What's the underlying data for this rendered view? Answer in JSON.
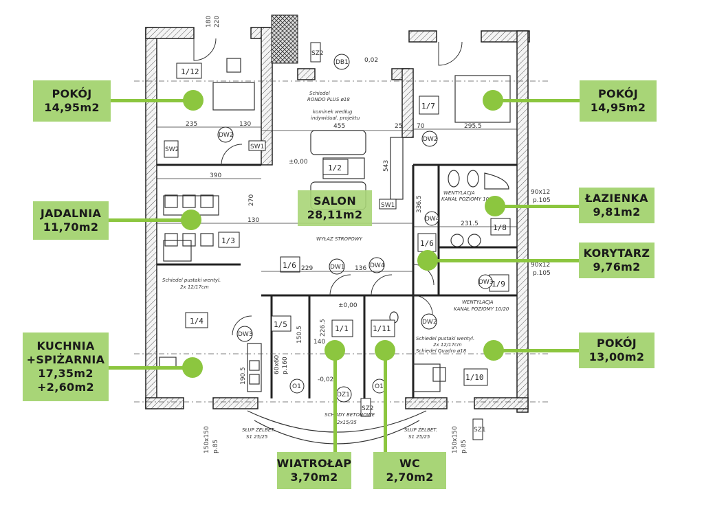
{
  "colors": {
    "label_bg": "#a8d577",
    "leader": "#8cc63f",
    "wall": "#333333",
    "text": "#1a1a1a"
  },
  "rooms": [
    {
      "id": "pokoj-1-12",
      "name": "POKÓJ",
      "area": "14,95m2",
      "plan_no": "1/12"
    },
    {
      "id": "pokoj-1-7",
      "name": "POKÓJ",
      "area": "14,95m2",
      "plan_no": "1/7"
    },
    {
      "id": "salon",
      "name": "SALON",
      "area": "28,11m2",
      "plan_no": "1/2"
    },
    {
      "id": "jadalnia",
      "name": "JADALNIA",
      "area": "11,70m2",
      "plan_no": "1/3"
    },
    {
      "id": "lazienka",
      "name": "ŁAZIENKA",
      "area": "9,81m2",
      "plan_no": "1/8"
    },
    {
      "id": "korytarz",
      "name": "KORYTARZ",
      "area": "9,76m2",
      "plan_no": "1/6"
    },
    {
      "id": "kuchnia",
      "name": "KUCHNIA",
      "name2": "+SPIŻARNIA",
      "area": "17,35m2",
      "area2": "+2,60m2",
      "plan_no": "1/4",
      "plan_no2": "1/5"
    },
    {
      "id": "pokoj-1-10",
      "name": "POKÓJ",
      "area": "13,00m2",
      "plan_no": "1/10"
    },
    {
      "id": "wiatrolap",
      "name": "WIATROŁAP",
      "area": "3,70m2",
      "plan_no": "1/1"
    },
    {
      "id": "wc",
      "name": "WC",
      "area": "2,70m2",
      "plan_no": "1/11"
    }
  ],
  "plan_labels": {
    "r1_6_left": "1/6",
    "r1_9": "1/9",
    "level_zero": "±0,00",
    "level_zero_2": "±0,00",
    "level_entry": "-0,02",
    "level_top": "0,02",
    "dw1": "DW1",
    "dw2": "DW2",
    "dw3": "DW3",
    "dw4": "DW4",
    "db1": "DB1",
    "dz1": "DZ1",
    "o1": "O1",
    "o1b": "O1",
    "sw1": "SW1",
    "sw2": "SW2",
    "sz2": "SZ2",
    "sz1": "SZ1",
    "dim_235": "235",
    "dim_130": "130",
    "dim_25": "25",
    "dim_455": "455",
    "dim_70": "70",
    "dim_2955": "295.5",
    "dim_390": "390",
    "dim_270": "270",
    "dim_543": "543",
    "dim_3365": "336.5",
    "dim_2315": "231.5",
    "dim_136": "136",
    "dim_229": "229",
    "dim_140": "140",
    "dim_2265": "226.5",
    "dim_1505": "150.5",
    "dim_1905": "190.5",
    "dim_180": "180",
    "dim_220": "220",
    "win_1": "150x150",
    "win_1p": "p.85",
    "win_2": "150x150",
    "win_2p": "p.85",
    "win_r1": "90x12",
    "win_r1p": "p.105",
    "win_r2": "90x12",
    "win_r2p": "p.105",
    "win_k": "60x60",
    "win_kp": "p.160",
    "chimney_1": "Schiedel",
    "chimney_1b": "RONDO PLUS ø18",
    "chimney_note": "kominek według",
    "chimney_note2": "indywidual. projektu",
    "vent_1": "Schiedel pustaki wentyl.",
    "vent_1b": "2x 12/17cm",
    "vent_2": "Schiedel pustaki wentyl.",
    "vent_2b": "2x 12/17cm",
    "vent_2c": "Schiedel Quadro ø18",
    "vent_channel": "WENTYLACJA",
    "vent_channel2": "KANAŁ POZIOMY 10/20",
    "vent_channel_b": "WENTYLACJA",
    "vent_channel_b2": "KANAŁ POZIOMY 10/20",
    "ceiling": "WYŁAZ STROPOWY",
    "stairs": "SCHODY BETONOWE",
    "stairs2": "2x15/35",
    "column_l": "SŁUP ŻELBET.",
    "column_l2": "S1 25/25",
    "column_r": "SŁUP ŻELBET.",
    "column_r2": "S1 25/25"
  }
}
